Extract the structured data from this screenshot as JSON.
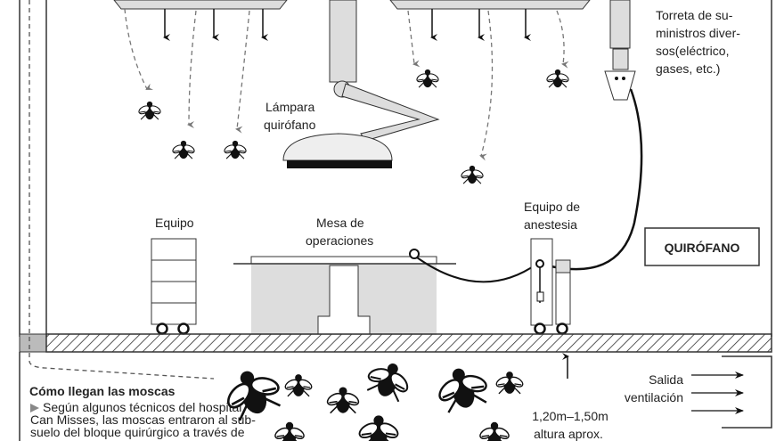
{
  "labels": {
    "lamp": [
      "Lámpara",
      "quirófano"
    ],
    "turret": [
      "Torreta de su-",
      "ministros diver-",
      "sos(eléctrico,",
      "gases, etc.)"
    ],
    "equipment": "Equipo",
    "table": [
      "Mesa de",
      "operaciones"
    ],
    "anesthesia": [
      "Equipo de",
      "anestesia"
    ],
    "room": "QUIRÓFANO",
    "height": [
      "1,20m–1,50m",
      "altura aprox."
    ],
    "vent_exit": [
      "Salida",
      "ventilación"
    ]
  },
  "sidebar": {
    "title": "Cómo llegan las moscas",
    "text": [
      "Según algunos técnicos del hospital",
      "Can Misses, las moscas entraron al sub-",
      "suelo del bloque quirúrgico a través de"
    ]
  },
  "colors": {
    "gray": "#dcdcdc",
    "ink": "#111111"
  }
}
